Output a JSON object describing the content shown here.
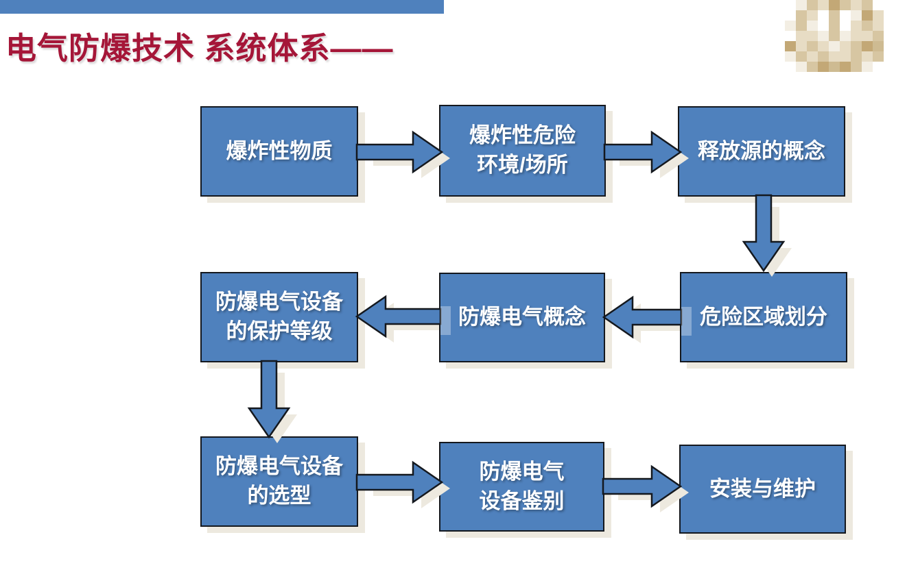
{
  "header": {
    "title": "电气防爆技术 系统体系——"
  },
  "colors": {
    "accent_blue": "#4F81BD",
    "outline_dark": "#14181e",
    "title_red": "#A51638",
    "shadow_beige": "#EDE9DF",
    "node_text": "#FFFFFF"
  },
  "flowchart": {
    "type": "flow-diagram",
    "nodes": [
      {
        "id": "explosive-substances",
        "label": "爆炸性物质",
        "lines": [
          "爆炸性物质"
        ]
      },
      {
        "id": "explosive-hazard-environment",
        "label": "爆炸性危险环境/场所",
        "lines": [
          "爆炸性危险",
          "环境/场所"
        ]
      },
      {
        "id": "release-source-concept",
        "label": "释放源的概念",
        "lines": [
          "释放源的概念"
        ]
      },
      {
        "id": "hazardous-area-classification",
        "label": "危险区域划分",
        "lines": [
          "危险区域划分"
        ]
      },
      {
        "id": "exproof-electric-concept",
        "label": "防爆电气概念",
        "lines": [
          "防爆电气概念"
        ]
      },
      {
        "id": "equipment-protection-level",
        "label": "防爆电气设备的保护等级",
        "lines": [
          "防爆电气设备",
          "的保护等级"
        ]
      },
      {
        "id": "equipment-selection",
        "label": "防爆电气设备的选型",
        "lines": [
          "防爆电气设备",
          "的选型"
        ]
      },
      {
        "id": "equipment-identification",
        "label": "防爆电气设备鉴别",
        "lines": [
          "防爆电气",
          "设备鉴别"
        ]
      },
      {
        "id": "installation-maintenance",
        "label": "安装与维护",
        "lines": [
          "安装与维护"
        ]
      }
    ],
    "connections": [
      {
        "from": "explosive-substances",
        "to": "explosive-hazard-environment",
        "direction": "right"
      },
      {
        "from": "explosive-hazard-environment",
        "to": "release-source-concept",
        "direction": "right"
      },
      {
        "from": "release-source-concept",
        "to": "hazardous-area-classification",
        "direction": "down"
      },
      {
        "from": "hazardous-area-classification",
        "to": "exproof-electric-concept",
        "direction": "left"
      },
      {
        "from": "exproof-electric-concept",
        "to": "equipment-protection-level",
        "direction": "left"
      },
      {
        "from": "equipment-protection-level",
        "to": "equipment-selection",
        "direction": "down"
      },
      {
        "from": "equipment-selection",
        "to": "equipment-identification",
        "direction": "right"
      },
      {
        "from": "equipment-identification",
        "to": "installation-maintenance",
        "direction": "right"
      }
    ]
  },
  "logo": {
    "palette": {
      "w": "#ffffff",
      "c": "#f3eee3",
      "l": "#e7dcc4",
      "t": "#d7c6a2",
      "m": "#cebb92",
      "d": "#c3a876"
    },
    "grid": [
      [
        "w",
        "c",
        "t",
        "l",
        "d",
        "t",
        "l",
        "t",
        "w"
      ],
      [
        "w",
        "t",
        "l",
        "w",
        "t",
        "w",
        "c",
        "d",
        "l"
      ],
      [
        "c",
        "t",
        "c",
        "w",
        "t",
        "w",
        "l",
        "t",
        "l"
      ],
      [
        "w",
        "l",
        "l",
        "c",
        "t",
        "c",
        "l",
        "l",
        "t"
      ],
      [
        "d",
        "l",
        "t",
        "l",
        "c",
        "l",
        "t",
        "d",
        "m"
      ],
      [
        "c",
        "t",
        "l",
        "t",
        "l",
        "l",
        "t",
        "l",
        "t"
      ],
      [
        "w",
        "c",
        "t",
        "d",
        "m",
        "d",
        "t",
        "c",
        "w"
      ]
    ]
  }
}
